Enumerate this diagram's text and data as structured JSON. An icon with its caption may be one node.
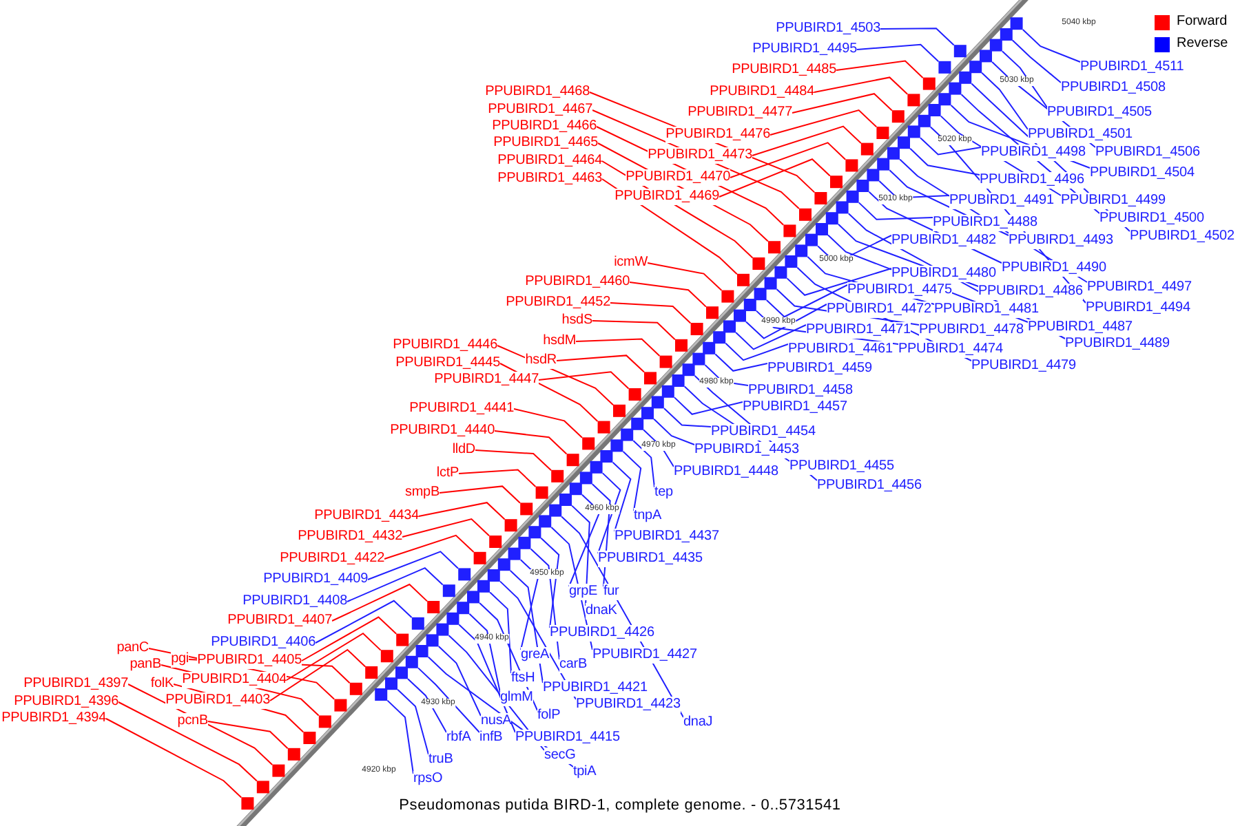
{
  "diagram": {
    "caption": "Pseudomonas putida BIRD-1, complete genome. - 0..5731541",
    "nodes": [
      {
        "text": [
          "PPUBIRD1_4503"
        ]
      },
      {
        "text": [
          "PPUBIRD1_4495"
        ]
      },
      {
        "text": [
          "PPUBIRD1_4485"
        ]
      },
      {
        "text": [
          "PPUBIRD1_4484"
        ]
      },
      {
        "text": [
          "PPUBIRD1_4468"
        ]
      },
      {
        "text": [
          "PPUBIRD1_4477"
        ]
      },
      {
        "text": [
          "PPUBIRD1_4467"
        ]
      },
      {
        "text": [
          "PPUBIRD1_4466"
        ]
      },
      {
        "text": [
          "PPUBIRD1_4476"
        ]
      },
      {
        "text": [
          "PPUBIRD1_4465"
        ]
      },
      {
        "text": [
          "PPUBIRD1_4473"
        ]
      },
      {
        "text": [
          "PPUBIRD1_4464"
        ]
      },
      {
        "text": [
          "PPUBIRD1_4470"
        ]
      },
      {
        "text": [
          "PPUBIRD1_4463"
        ]
      },
      {
        "text": [
          "PPUBIRD1_4469"
        ]
      },
      {
        "text": [
          "icmW"
        ]
      },
      {
        "text": [
          "PPUBIRD1_4460"
        ]
      },
      {
        "text": [
          "PPUBIRD1_4452"
        ]
      },
      {
        "text": [
          "hsdS"
        ]
      },
      {
        "text": [
          "hsdM"
        ]
      },
      {
        "text": [
          "PPUBIRD1_4446"
        ]
      },
      {
        "text": [
          "hsdR"
        ]
      },
      {
        "text": [
          "PPUBIRD1_4445"
        ]
      },
      {
        "text": [
          "PPUBIRD1_4447"
        ]
      },
      {
        "text": [
          "PPUBIRD1_4441"
        ]
      },
      {
        "text": [
          "PPUBIRD1_4440"
        ]
      },
      {
        "text": [
          "lldD"
        ]
      },
      {
        "text": [
          "lctP"
        ]
      },
      {
        "text": [
          "smpB"
        ]
      },
      {
        "text": [
          "PPUBIRD1_4434"
        ]
      },
      {
        "text": [
          "PPUBIRD1_4432"
        ]
      },
      {
        "text": [
          "PPUBIRD1_4422"
        ]
      },
      {
        "text": [
          "PPUBIRD1_4409"
        ]
      },
      {
        "text": [
          "PPUBIRD1_4408"
        ]
      },
      {
        "text": [
          "PPUBIRD1_4407"
        ]
      },
      {
        "text": [
          "PPUBIRD1_4406"
        ]
      },
      {
        "text": [
          "panC"
        ]
      },
      {
        "text": [
          "pgi"
        ]
      },
      {
        "text": [
          "PPUBIRD1_4405"
        ]
      },
      {
        "text": [
          "panB"
        ]
      },
      {
        "text": [
          "PPUBIRD1_4404"
        ]
      },
      {
        "text": [
          "folK"
        ]
      },
      {
        "text": [
          "PPUBIRD1_4397"
        ]
      },
      {
        "text": [
          "PPUBIRD1_4403"
        ]
      },
      {
        "text": [
          "PPUBIRD1_4396"
        ]
      },
      {
        "text": [
          "PPUBIRD1_4394"
        ]
      },
      {
        "text": [
          "pcnB"
        ]
      },
      {
        "text": [
          "PPUBIRD1_4511"
        ]
      },
      {
        "text": [
          "PPUBIRD1_4508"
        ]
      },
      {
        "text": [
          "PPUBIRD1_4505"
        ]
      },
      {
        "text": [
          "PPUBIRD1_4501"
        ]
      },
      {
        "text": [
          "PPUBIRD1_4506"
        ]
      },
      {
        "text": [
          "PPUBIRD1_4498"
        ]
      },
      {
        "text": [
          "PPUBIRD1_4504"
        ]
      },
      {
        "text": [
          "PPUBIRD1_4496"
        ]
      },
      {
        "text": [
          "PPUBIRD1_4499"
        ]
      },
      {
        "text": [
          "PPUBIRD1_4491"
        ]
      },
      {
        "text": [
          "PPUBIRD1_4500"
        ]
      },
      {
        "text": [
          "PPUBIRD1_4488"
        ]
      },
      {
        "text": [
          "PPUBIRD1_4502"
        ]
      },
      {
        "text": [
          "PPUBIRD1_4482"
        ]
      },
      {
        "text": [
          "PPUBIRD1_4493"
        ]
      },
      {
        "text": [
          "PPUBIRD1_4490"
        ]
      },
      {
        "text": [
          "PPUBIRD1_4480"
        ]
      },
      {
        "text": [
          "PPUBIRD1_4497"
        ]
      },
      {
        "text": [
          "PPUBIRD1_4475"
        ]
      },
      {
        "text": [
          "PPUBIRD1_4486"
        ]
      },
      {
        "text": [
          "PPUBIRD1_4494"
        ]
      },
      {
        "text": [
          "PPUBIRD1_4472"
        ]
      },
      {
        "text": [
          "PPUBIRD1_4481"
        ]
      },
      {
        "text": [
          "PPUBIRD1_4487"
        ]
      },
      {
        "text": [
          "PPUBIRD1_4471"
        ]
      },
      {
        "text": [
          "PPUBIRD1_4478"
        ]
      },
      {
        "text": [
          "PPUBIRD1_4489"
        ]
      },
      {
        "text": [
          "PPUBIRD1_4461"
        ]
      },
      {
        "text": [
          "PPUBIRD1_4474"
        ]
      },
      {
        "text": [
          "PPUBIRD1_4479"
        ]
      },
      {
        "text": [
          "PPUBIRD1_4459"
        ]
      },
      {
        "text": [
          "PPUBIRD1_4458"
        ]
      },
      {
        "text": [
          "PPUBIRD1_4457"
        ]
      },
      {
        "text": [
          "PPUBIRD1_4454"
        ]
      },
      {
        "text": [
          "PPUBIRD1_4453"
        ]
      },
      {
        "text": [
          "PPUBIRD1_4455"
        ]
      },
      {
        "text": [
          "PPUBIRD1_4448"
        ]
      },
      {
        "text": [
          "PPUBIRD1_4456"
        ]
      },
      {
        "text": [
          "tep"
        ]
      },
      {
        "text": [
          "tnpA"
        ]
      },
      {
        "text": [
          "PPUBIRD1_4437"
        ]
      },
      {
        "text": [
          "PPUBIRD1_4435"
        ]
      },
      {
        "text": [
          "grpE"
        ]
      },
      {
        "text": [
          "fur"
        ]
      },
      {
        "text": [
          "dnaK"
        ]
      },
      {
        "text": [
          "PPUBIRD1_4426"
        ]
      },
      {
        "text": [
          "PPUBIRD1_4427"
        ]
      },
      {
        "text": [
          "greA"
        ]
      },
      {
        "text": [
          "carB"
        ]
      },
      {
        "text": [
          "ftsH"
        ]
      },
      {
        "text": [
          "PPUBIRD1_4421"
        ]
      },
      {
        "text": [
          "glmM"
        ]
      },
      {
        "text": [
          "PPUBIRD1_4423"
        ]
      },
      {
        "text": [
          "folP"
        ]
      },
      {
        "text": [
          "dnaJ"
        ]
      },
      {
        "text": [
          "nusA"
        ]
      },
      {
        "text": [
          "rbfA"
        ]
      },
      {
        "text": [
          "infB"
        ]
      },
      {
        "text": [
          "PPUBIRD1_4415"
        ]
      },
      {
        "text": [
          "secG"
        ]
      },
      {
        "text": [
          "truB"
        ]
      },
      {
        "text": [
          "tpiA"
        ]
      },
      {
        "text": [
          "rpsO"
        ]
      },
      {
        "text": [],
        "shape": "box"
      },
      {
        "text": [],
        "shape": "box"
      },
      {
        "text": [],
        "shape": "box"
      },
      {
        "text": [],
        "shape": "box"
      },
      {
        "text": [],
        "shape": "box"
      },
      {
        "text": [],
        "shape": "box"
      },
      {
        "text": [],
        "shape": "box"
      },
      {
        "text": [],
        "shape": "box"
      },
      {
        "text": [],
        "shape": "box"
      },
      {
        "text": [],
        "shape": "box"
      },
      {
        "text": [],
        "shape": "box"
      },
      {
        "text": [],
        "shape": "box"
      },
      {
        "text": [],
        "shape": "box"
      },
      {
        "text": [],
        "shape": "box"
      },
      {
        "text": [],
        "shape": "box"
      },
      {
        "text": [],
        "shape": "box"
      },
      {
        "text": [],
        "shape": "box"
      },
      {
        "text": [],
        "shape": "box"
      },
      {
        "text": [],
        "shape": "box"
      },
      {
        "text": [],
        "shape": "box"
      },
      {
        "text": [],
        "shape": "box"
      },
      {
        "text": [],
        "shape": "box"
      },
      {
        "text": [],
        "shape": "box"
      },
      {
        "text": [],
        "shape": "box"
      },
      {
        "text": [],
        "shape": "box"
      },
      {
        "text": [],
        "shape": "box"
      },
      {
        "text": [],
        "shape": "box"
      },
      {
        "text": [],
        "shape": "box"
      },
      {
        "text": [],
        "shape": "box"
      },
      {
        "text": [],
        "shape": "box"
      },
      {
        "text": [],
        "shape": "box"
      },
      {
        "text": [],
        "shape": "box"
      },
      {
        "text": [],
        "shape": "box"
      },
      {
        "text": [],
        "shape": "box"
      },
      {
        "text": [],
        "shape": "box"
      },
      {
        "text": [],
        "shape": "box"
      },
      {
        "text": [],
        "shape": "box"
      },
      {
        "text": [],
        "shape": "box"
      },
      {
        "text": [],
        "shape": "box"
      },
      {
        "text": [],
        "shape": "box"
      },
      {
        "text": [],
        "shape": "box"
      },
      {
        "text": [],
        "shape": "box"
      },
      {
        "text": [],
        "shape": "box"
      },
      {
        "text": [],
        "shape": "box"
      },
      {
        "text": [],
        "shape": "box"
      },
      {
        "text": [],
        "shape": "box"
      },
      {
        "text": [],
        "shape": "box"
      },
      {
        "text": [],
        "shape": "box"
      },
      {
        "text": [],
        "shape": "box"
      },
      {
        "text": [],
        "shape": "box"
      },
      {
        "text": [],
        "shape": "box"
      },
      {
        "text": [],
        "shape": "box"
      },
      {
        "text": [],
        "shape": "box"
      },
      {
        "text": [],
        "shape": "box"
      },
      {
        "text": [],
        "shape": "box"
      },
      {
        "text": [],
        "shape": "box"
      },
      {
        "text": [],
        "shape": "box"
      },
      {
        "text": [],
        "shape": "box"
      },
      {
        "text": [],
        "shape": "box"
      },
      {
        "text": [],
        "shape": "box"
      },
      {
        "text": [],
        "shape": "box"
      },
      {
        "text": [],
        "shape": "box"
      },
      {
        "text": [],
        "shape": "box"
      },
      {
        "text": [],
        "shape": "box"
      },
      {
        "text": [],
        "shape": "box"
      },
      {
        "text": [],
        "shape": "box"
      },
      {
        "text": [],
        "shape": "box"
      },
      {
        "text": [],
        "shape": "box"
      },
      {
        "text": [],
        "shape": "box"
      },
      {
        "text": [],
        "shape": "box"
      },
      {
        "text": [],
        "shape": "box"
      },
      {
        "text": [],
        "shape": "box"
      },
      {
        "text": [],
        "shape": "box"
      },
      {
        "text": [],
        "shape": "box"
      },
      {
        "text": [],
        "shape": "box"
      },
      {
        "text": [],
        "shape": "box"
      },
      {
        "text": [],
        "shape": "box"
      },
      {
        "text": [],
        "shape": "box"
      },
      {
        "text": [],
        "shape": "box"
      },
      {
        "text": [],
        "shape": "box"
      },
      {
        "text": [],
        "shape": "box"
      },
      {
        "text": [],
        "shape": "box"
      },
      {
        "text": [],
        "shape": "box"
      },
      {
        "text": [],
        "shape": "box"
      },
      {
        "text": [],
        "shape": "box"
      },
      {
        "text": [],
        "shape": "box"
      },
      {
        "text": [],
        "shape": "box"
      },
      {
        "text": [],
        "shape": "box"
      },
      {
        "text": [],
        "shape": "box"
      },
      {
        "text": [],
        "shape": "box"
      },
      {
        "text": [],
        "shape": "box"
      },
      {
        "text": [],
        "shape": "box"
      },
      {
        "text": [],
        "shape": "box"
      },
      {
        "text": [],
        "shape": "box"
      },
      {
        "text": [],
        "shape": "box"
      },
      {
        "text": [],
        "shape": "box"
      },
      {
        "text": [],
        "shape": "box"
      },
      {
        "text": [],
        "shape": "box"
      },
      {
        "text": [],
        "shape": "box"
      },
      {
        "text": [],
        "shape": "box"
      },
      {
        "text": [],
        "shape": "box"
      },
      {
        "text": [],
        "shape": "box"
      },
      {
        "text": [],
        "shape": "box"
      },
      {
        "text": [],
        "shape": "box"
      },
      {
        "text": [],
        "shape": "box"
      },
      {
        "text": [],
        "shape": "box"
      },
      {
        "text": [],
        "shape": "box"
      },
      {
        "text": [],
        "shape": "box"
      },
      {
        "text": [],
        "shape": "box"
      },
      {
        "text": [],
        "shape": "box"
      }
    ],
    "edges": [
      {
        "from": 0,
        "to": 110,
        "arrow": "none"
      },
      {
        "from": 1,
        "to": 111,
        "arrow": "none"
      },
      {
        "from": 2,
        "to": 112,
        "arrow": "none",
        "color": "#ff0000"
      },
      {
        "from": 3,
        "to": 113,
        "arrow": "none",
        "color": "#ff0000"
      },
      {
        "from": 4,
        "to": 114,
        "arrow": "none",
        "color": "#ff0000"
      },
      {
        "from": 5,
        "to": 115,
        "arrow": "none",
        "color": "#ff0000"
      },
      {
        "from": 6,
        "to": 116,
        "arrow": "none",
        "color": "#ff0000"
      },
      {
        "from": 7,
        "to": 117,
        "arrow": "none",
        "color": "#ff0000"
      },
      {
        "from": 8,
        "to": 118,
        "arrow": "none",
        "color": "#ff0000"
      },
      {
        "from": 9,
        "to": 119,
        "arrow": "none",
        "color": "#ff0000"
      },
      {
        "from": 10,
        "to": 120,
        "arrow": "none",
        "color": "#ff0000"
      },
      {
        "from": 11,
        "to": 121,
        "arrow": "none",
        "color": "#ff0000"
      },
      {
        "from": 12,
        "to": 122,
        "arrow": "none",
        "color": "#ff0000"
      },
      {
        "from": 13,
        "to": 123,
        "arrow": "none",
        "color": "#ff0000"
      },
      {
        "from": 14,
        "to": 124,
        "arrow": "none",
        "color": "#ff0000"
      },
      {
        "from": 15,
        "to": 125,
        "arrow": "none",
        "color": "#ff0000"
      },
      {
        "from": 16,
        "to": 126,
        "arrow": "none",
        "color": "#ff0000"
      },
      {
        "from": 17,
        "to": 127,
        "arrow": "none",
        "color": "#ff0000"
      },
      {
        "from": 18,
        "to": 128,
        "arrow": "none",
        "color": "#ff0000"
      },
      {
        "from": 19,
        "to": 129,
        "arrow": "none",
        "color": "#ff0000"
      },
      {
        "from": 20,
        "to": 130,
        "arrow": "none",
        "color": "#ff0000"
      },
      {
        "from": 21,
        "to": 131,
        "arrow": "none",
        "color": "#ff0000"
      },
      {
        "from": 22,
        "to": 132,
        "arrow": "none",
        "color": "#ff0000"
      },
      {
        "from": 23,
        "to": 133,
        "arrow": "none",
        "color": "#ff0000"
      },
      {
        "from": 24,
        "to": 134,
        "arrow": "none",
        "color": "#ff0000"
      },
      {
        "from": 25,
        "to": 135,
        "arrow": "none",
        "color": "#ff0000"
      },
      {
        "from": 26,
        "to": 136,
        "arrow": "none",
        "color": "#ff0000"
      },
      {
        "from": 27,
        "to": 137,
        "arrow": "none",
        "color": "#ff0000"
      },
      {
        "from": 28,
        "to": 138,
        "arrow": "none",
        "color": "#ff0000"
      },
      {
        "from": 29,
        "to": 139,
        "arrow": "none",
        "color": "#ff0000"
      },
      {
        "from": 30,
        "to": 140,
        "arrow": "none",
        "color": "#ff0000"
      },
      {
        "from": 31,
        "to": 141,
        "arrow": "none",
        "color": "#ff0000"
      },
      {
        "from": 32,
        "to": 142,
        "arrow": "none"
      },
      {
        "from": 33,
        "to": 143,
        "arrow": "none"
      },
      {
        "from": 34,
        "to": 144,
        "arrow": "none",
        "color": "#ff0000"
      },
      {
        "from": 35,
        "to": 145,
        "arrow": "none"
      },
      {
        "from": 36,
        "to": 146,
        "arrow": "none",
        "color": "#ff0000"
      },
      {
        "from": 37,
        "to": 147,
        "arrow": "none",
        "color": "#ff0000"
      },
      {
        "from": 38,
        "to": 148,
        "arrow": "none",
        "color": "#ff0000"
      },
      {
        "from": 39,
        "to": 149,
        "arrow": "none",
        "color": "#ff0000"
      },
      {
        "from": 40,
        "to": 150,
        "arrow": "none",
        "color": "#ff0000"
      },
      {
        "from": 41,
        "to": 151,
        "arrow": "none",
        "color": "#ff0000"
      },
      {
        "from": 42,
        "to": 152,
        "arrow": "none",
        "color": "#ff0000"
      },
      {
        "from": 43,
        "to": 153,
        "arrow": "none",
        "color": "#ff0000"
      },
      {
        "from": 44,
        "to": 154,
        "arrow": "none",
        "color": "#ff0000"
      },
      {
        "from": 45,
        "to": 155,
        "arrow": "none",
        "color": "#ff0000"
      },
      {
        "from": 46,
        "to": 156,
        "arrow": "none",
        "color": "#ff0000"
      },
      {
        "from": 47,
        "to": 157,
        "arrow": "none"
      },
      {
        "from": 48,
        "to": 158,
        "arrow": "none"
      },
      {
        "from": 49,
        "to": 159,
        "arrow": "none"
      },
      {
        "from": 50,
        "to": 160,
        "arrow": "none"
      },
      {
        "from": 51,
        "to": 161,
        "arrow": "none"
      },
      {
        "from": 52,
        "to": 162,
        "arrow": "none"
      },
      {
        "from": 53,
        "to": 163,
        "arrow": "none"
      },
      {
        "from": 54,
        "to": 164,
        "arrow": "none"
      },
      {
        "from": 55,
        "to": 165,
        "arrow": "none"
      },
      {
        "from": 56,
        "to": 166,
        "arrow": "none"
      },
      {
        "from": 57,
        "to": 167,
        "arrow": "none"
      },
      {
        "from": 58,
        "to": 168,
        "arrow": "none"
      },
      {
        "from": 59,
        "to": 169,
        "arrow": "none"
      },
      {
        "from": 60,
        "to": 170,
        "arrow": "none"
      },
      {
        "from": 61,
        "to": 171,
        "arrow": "none"
      },
      {
        "from": 62,
        "to": 172,
        "arrow": "none"
      },
      {
        "from": 63,
        "to": 173,
        "arrow": "none"
      },
      {
        "from": 64,
        "to": 174,
        "arrow": "none"
      },
      {
        "from": 65,
        "to": 175,
        "arrow": "none"
      },
      {
        "from": 66,
        "to": 176,
        "arrow": "none"
      },
      {
        "from": 67,
        "to": 177,
        "arrow": "none"
      },
      {
        "from": 68,
        "to": 178,
        "arrow": "none"
      },
      {
        "from": 69,
        "to": 179,
        "arrow": "none"
      },
      {
        "from": 70,
        "to": 180,
        "arrow": "none"
      },
      {
        "from": 71,
        "to": 181,
        "arrow": "none"
      },
      {
        "from": 72,
        "to": 182,
        "arrow": "none"
      },
      {
        "from": 73,
        "to": 183,
        "arrow": "none"
      },
      {
        "from": 74,
        "to": 184,
        "arrow": "none"
      },
      {
        "from": 75,
        "to": 185,
        "arrow": "none"
      },
      {
        "from": 76,
        "to": 186,
        "arrow": "none"
      },
      {
        "from": 77,
        "to": 187,
        "arrow": "none"
      },
      {
        "from": 78,
        "to": 188,
        "arrow": "none"
      },
      {
        "from": 79,
        "to": 189,
        "arrow": "none"
      },
      {
        "from": 80,
        "to": 190,
        "arrow": "none"
      },
      {
        "from": 81,
        "to": 191,
        "arrow": "none"
      },
      {
        "from": 82,
        "to": 192,
        "arrow": "none"
      },
      {
        "from": 83,
        "to": 193,
        "arrow": "none"
      },
      {
        "from": 84,
        "to": 194,
        "arrow": "none"
      },
      {
        "from": 85,
        "to": 195,
        "arrow": "none"
      },
      {
        "from": 86,
        "to": 196,
        "arrow": "none"
      },
      {
        "from": 87,
        "to": 197,
        "arrow": "none"
      },
      {
        "from": 88,
        "to": 198,
        "arrow": "none"
      },
      {
        "from": 89,
        "to": 199,
        "arrow": "none"
      },
      {
        "from": 90,
        "to": 200,
        "arrow": "none"
      },
      {
        "from": 91,
        "to": 201,
        "arrow": "none"
      },
      {
        "from": 92,
        "to": 202,
        "arrow": "none"
      },
      {
        "from": 93,
        "to": 203,
        "arrow": "none"
      },
      {
        "from": 94,
        "to": 204,
        "arrow": "none"
      },
      {
        "from": 95,
        "to": 205,
        "arrow": "none"
      },
      {
        "from": 96,
        "to": 206,
        "arrow": "none"
      },
      {
        "from": 97,
        "to": 207,
        "arrow": "none"
      },
      {
        "from": 98,
        "to": 208,
        "arrow": "none"
      },
      {
        "from": 99,
        "to": 209,
        "arrow": "none"
      },
      {
        "from": 100,
        "to": 210,
        "arrow": "none"
      },
      {
        "from": 101,
        "to": 211,
        "arrow": "none"
      },
      {
        "from": 102,
        "to": 212,
        "arrow": "none"
      },
      {
        "from": 103,
        "to": 213,
        "arrow": "none"
      },
      {
        "from": 104,
        "to": 214,
        "arrow": "none"
      },
      {
        "from": 105,
        "to": 215,
        "arrow": "none"
      },
      {
        "from": 106,
        "to": 216,
        "arrow": "none"
      },
      {
        "from": 107,
        "to": 217,
        "arrow": "none"
      },
      {
        "from": 108,
        "to": 218,
        "arrow": "none"
      },
      {
        "from": 109,
        "to": 219,
        "arrow": "none"
      }
    ],
    "labels": [
      "5040 kbp",
      "5030 kbp",
      "5020 kbp",
      "5010 kbp",
      "5000 kbp",
      "4990 kbp",
      "4980 kbp",
      "4970 kbp",
      "4960 kbp",
      "4950 kbp",
      "4940 kbp",
      "4930 kbp",
      "4920 kbp"
    ],
    "legend": [
      {
        "text": "Forward",
        "color": "#ff0000"
      },
      {
        "text": "Reverse",
        "color": "#0000ff"
      }
    ]
  }
}
